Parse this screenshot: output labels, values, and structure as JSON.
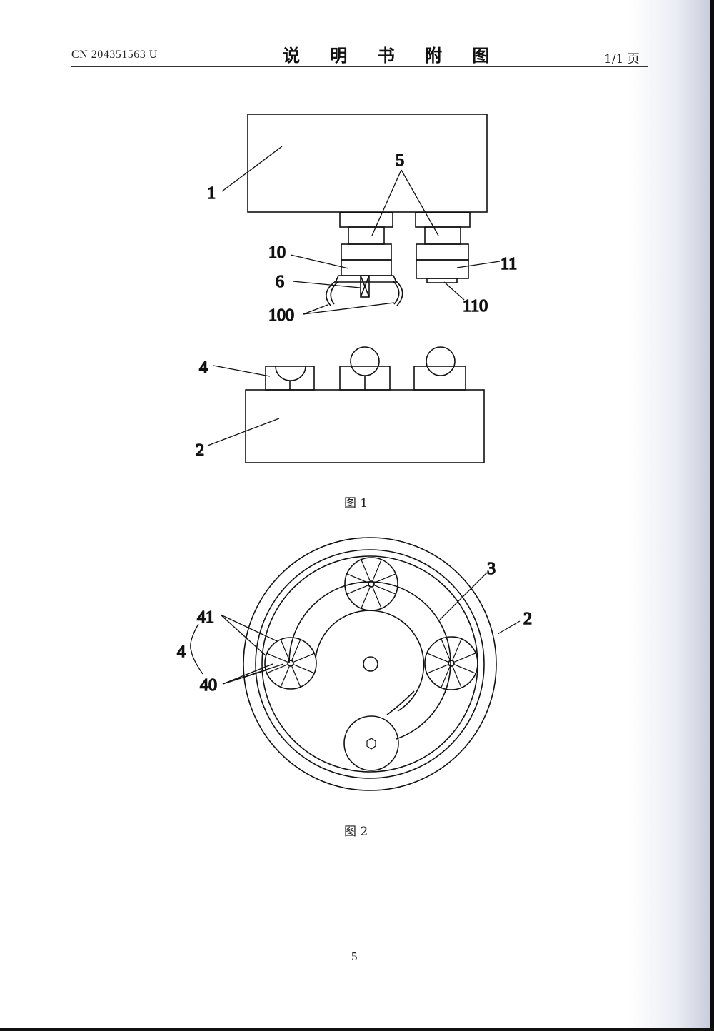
{
  "header": {
    "doc_number": "CN 204351563 U",
    "title": "说 明 书 附 图",
    "page_info": "1/1 页"
  },
  "figure1": {
    "caption": "图 1",
    "labels": {
      "l1": "1",
      "l5": "5",
      "l10": "10",
      "l6": "6",
      "l100": "100",
      "l11": "11",
      "l110": "110",
      "l4": "4",
      "l2": "2"
    }
  },
  "figure2": {
    "caption": "图 2",
    "labels": {
      "l3": "3",
      "l2": "2",
      "l41": "41",
      "l4": "4",
      "l40": "40"
    }
  },
  "footer": {
    "page_number": "5"
  }
}
